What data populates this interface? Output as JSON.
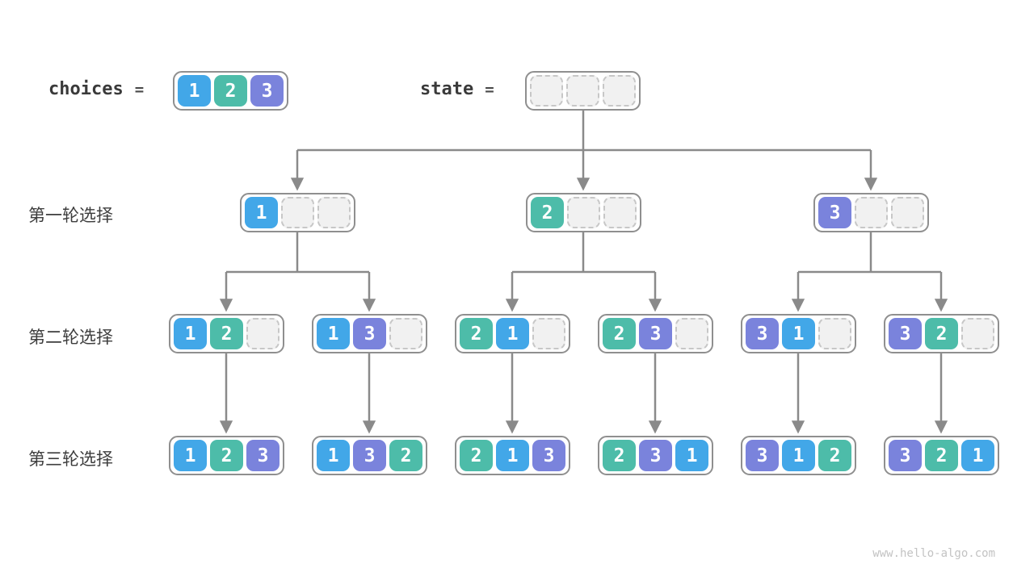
{
  "header": {
    "choices_label": "choices",
    "choices_equals": "=",
    "choices_cells": [
      "1",
      "2",
      "3"
    ],
    "state_label": "state",
    "state_equals": "=",
    "state_cells": [
      "",
      "",
      ""
    ]
  },
  "rows": [
    {
      "label": "第一轮选择",
      "boxes": [
        [
          "1",
          "",
          ""
        ],
        [
          "2",
          "",
          ""
        ],
        [
          "3",
          "",
          ""
        ]
      ]
    },
    {
      "label": "第二轮选择",
      "boxes": [
        [
          "1",
          "2",
          ""
        ],
        [
          "1",
          "3",
          ""
        ],
        [
          "2",
          "1",
          ""
        ],
        [
          "2",
          "3",
          ""
        ],
        [
          "3",
          "1",
          ""
        ],
        [
          "3",
          "2",
          ""
        ]
      ]
    },
    {
      "label": "第三轮选择",
      "boxes": [
        [
          "1",
          "2",
          "3"
        ],
        [
          "1",
          "3",
          "2"
        ],
        [
          "2",
          "1",
          "3"
        ],
        [
          "2",
          "3",
          "1"
        ],
        [
          "3",
          "1",
          "2"
        ],
        [
          "3",
          "2",
          "1"
        ]
      ]
    }
  ],
  "colors": {
    "1": "#42a7e8",
    "2": "#4dbca9",
    "3": "#7a83dc",
    "empty_fill": "#f1f1f1",
    "empty_border": "#c7c7c7",
    "box_border": "#8f8f8f",
    "arrow": "#8a8a8a",
    "label_text": "#3d3d3d"
  },
  "footer": {
    "watermark": "www.hello-algo.com"
  }
}
